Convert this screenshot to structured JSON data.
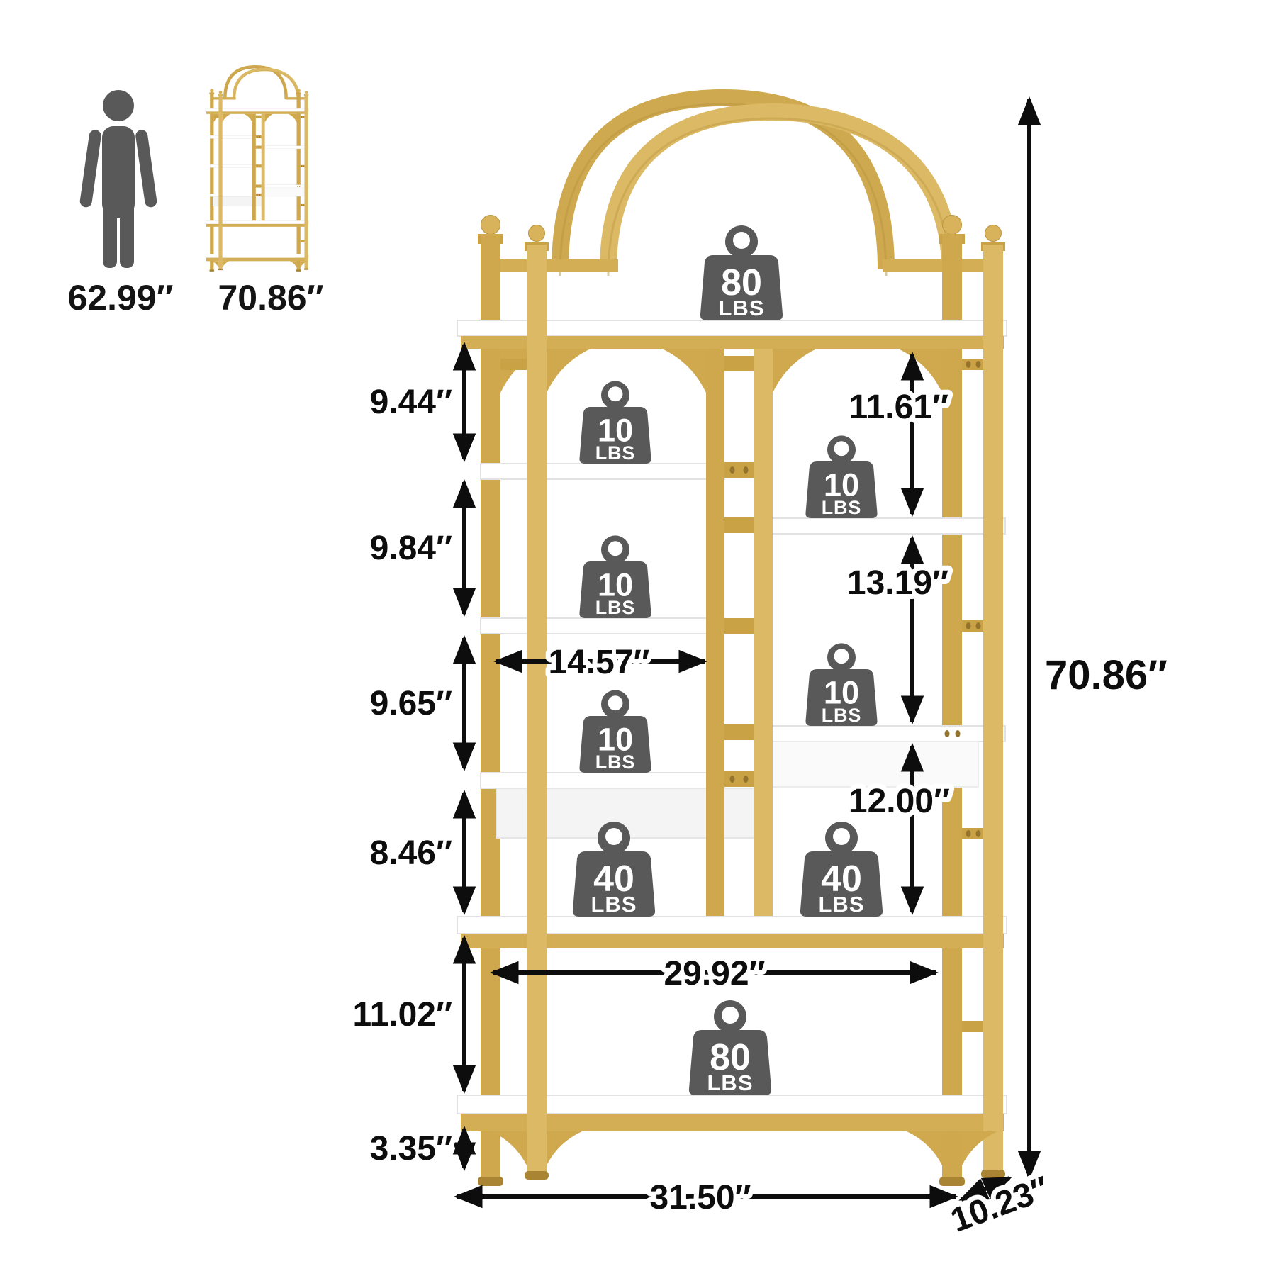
{
  "comparison": {
    "person_label": "62.99″",
    "product_label": "70.86″"
  },
  "dimensions": {
    "left": [
      "9.44″",
      "9.84″",
      "9.65″",
      "8.46″",
      "11.02″",
      "3.35″"
    ],
    "inner": [
      "11.61″",
      "13.19″",
      "12.00″"
    ],
    "width_inner": "14.57″",
    "width_shelf": "29.92″",
    "width_total": "31.50″",
    "depth": "10.23″",
    "height_total": "70.86″"
  },
  "weights": {
    "top": {
      "value": "80",
      "unit": "LBS"
    },
    "left1": {
      "value": "10",
      "unit": "LBS"
    },
    "left2": {
      "value": "10",
      "unit": "LBS"
    },
    "left3": {
      "value": "10",
      "unit": "LBS"
    },
    "left40": {
      "value": "40",
      "unit": "LBS"
    },
    "right1": {
      "value": "10",
      "unit": "LBS"
    },
    "right2": {
      "value": "10",
      "unit": "LBS"
    },
    "right40": {
      "value": "40",
      "unit": "LBS"
    },
    "bottom": {
      "value": "80",
      "unit": "LBS"
    }
  },
  "colors": {
    "gold": "#d8b35c",
    "gold_dark": "#cfa94f",
    "gold_light": "#dcb964",
    "icon_gray": "#595959",
    "line": "#0d0d0d",
    "shelf_white": "#ffffff"
  }
}
